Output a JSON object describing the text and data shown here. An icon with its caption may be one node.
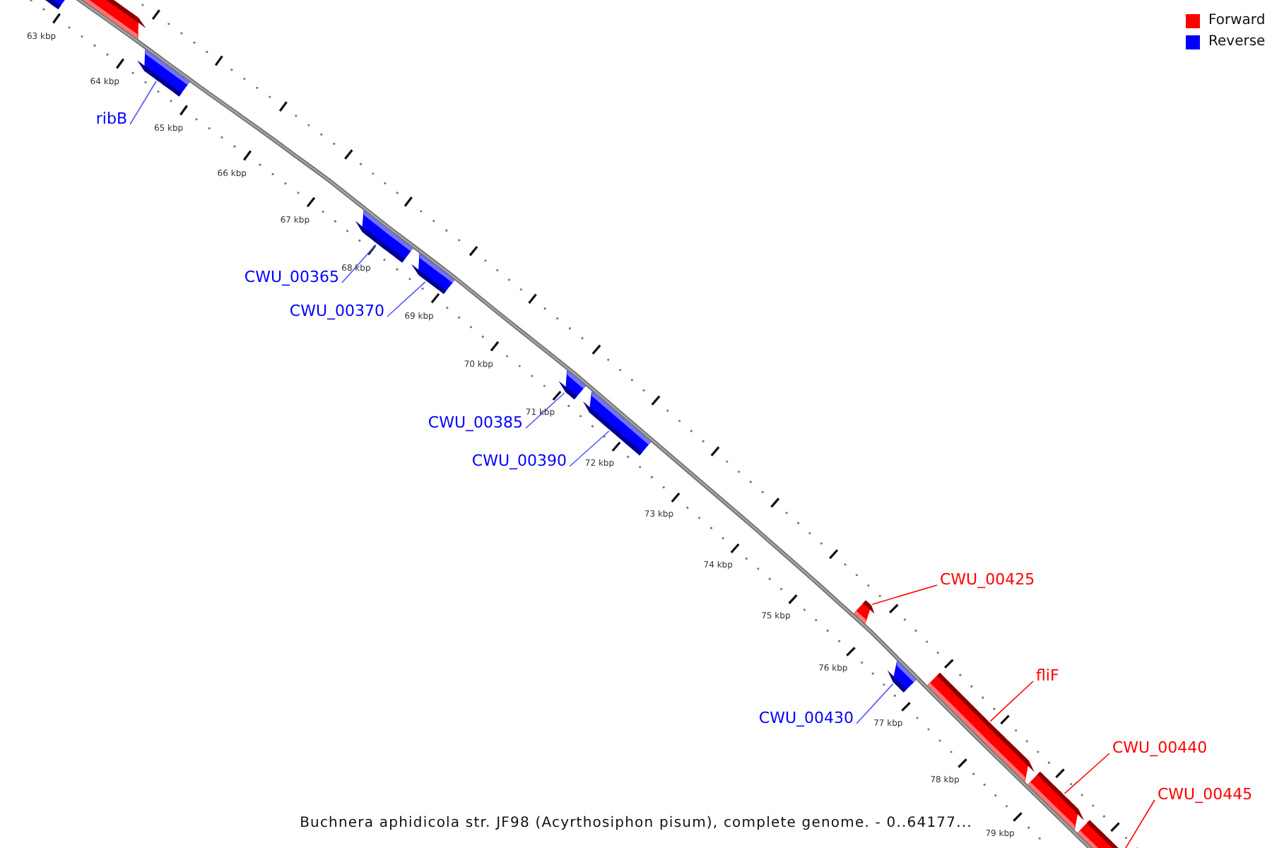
{
  "diagram": {
    "caption": "Buchnera aphidicola str. JF98 (Acyrthosiphon pisum), complete genome. - 0..64177...",
    "nodes": [
      {
        "text": [],
        "shape": "bar"
      },
      {
        "text": [],
        "shape": "bar"
      },
      {
        "text": [
          "ribB"
        ]
      },
      {
        "text": [],
        "shape": "bar"
      },
      {
        "text": [
          "CWU_00365"
        ]
      },
      {
        "text": [],
        "shape": "bar"
      },
      {
        "text": [
          "CWU_00370"
        ]
      },
      {
        "text": [],
        "shape": "bar"
      },
      {
        "text": [
          "CWU_00385"
        ]
      },
      {
        "text": [],
        "shape": "bar"
      },
      {
        "text": [
          "CWU_00390"
        ]
      },
      {
        "text": [],
        "shape": "bar"
      },
      {
        "text": [
          "CWU_00425"
        ]
      },
      {
        "text": [],
        "shape": "bar"
      },
      {
        "text": [
          "CWU_00430"
        ]
      },
      {
        "text": [],
        "shape": "bar"
      },
      {
        "text": [
          "fliF"
        ]
      },
      {
        "text": [],
        "shape": "bar"
      },
      {
        "text": [
          "CWU_00440"
        ]
      },
      {
        "text": [],
        "shape": "bar"
      },
      {
        "text": [
          "CWU_00445"
        ]
      },
      {
        "text": [],
        "shape": "bar"
      }
    ],
    "edges": [
      {
        "from": 2,
        "to": 3,
        "arrow": "none"
      },
      {
        "from": 4,
        "to": 5,
        "arrow": "none"
      },
      {
        "from": 6,
        "to": 7,
        "arrow": "none"
      },
      {
        "from": 8,
        "to": 9,
        "arrow": "none"
      },
      {
        "from": 10,
        "to": 11,
        "arrow": "none"
      },
      {
        "from": 12,
        "to": 13,
        "arrow": "none",
        "color": "#ff0000"
      },
      {
        "from": 14,
        "to": 15,
        "arrow": "none"
      },
      {
        "from": 16,
        "to": 17,
        "arrow": "none",
        "color": "#ff0000"
      },
      {
        "from": 18,
        "to": 19,
        "arrow": "none",
        "color": "#ff0000"
      },
      {
        "from": 20,
        "to": 21,
        "arrow": "none",
        "color": "#ff0000"
      }
    ],
    "labels": [
      "63 kbp",
      "64 kbp",
      "65 kbp",
      "66 kbp",
      "67 kbp",
      "68 kbp",
      "69 kbp",
      "70 kbp",
      "71 kbp",
      "72 kbp",
      "73 kbp",
      "74 kbp",
      "75 kbp",
      "76 kbp",
      "77 kbp",
      "78 kbp",
      "79 kbp"
    ],
    "legend": [
      {
        "text": "Forward",
        "color": "#ff0000"
      },
      {
        "text": "Reverse",
        "color": "#0000ff"
      }
    ]
  }
}
